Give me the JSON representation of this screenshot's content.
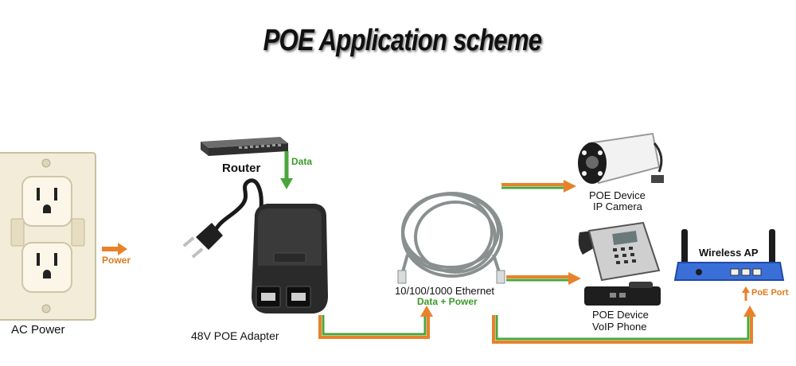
{
  "title": "POE Application scheme",
  "labels": {
    "ac_power": "AC Power",
    "power": "Power",
    "router": "Router",
    "data": "Data",
    "adapter": "48V POE Adapter",
    "ethernet": "10/100/1000 Ethernet",
    "data_power": "Data + Power",
    "camera_line1": "POE Device",
    "camera_line2": "IP Camera",
    "phone_line1": "POE Device",
    "phone_line2": "VoIP Phone",
    "wireless_ap": "Wireless AP",
    "poe_port": "PoE Port"
  },
  "colors": {
    "orange": "#e8822a",
    "green": "#4aa63a",
    "brown": "#8a6a2a"
  }
}
